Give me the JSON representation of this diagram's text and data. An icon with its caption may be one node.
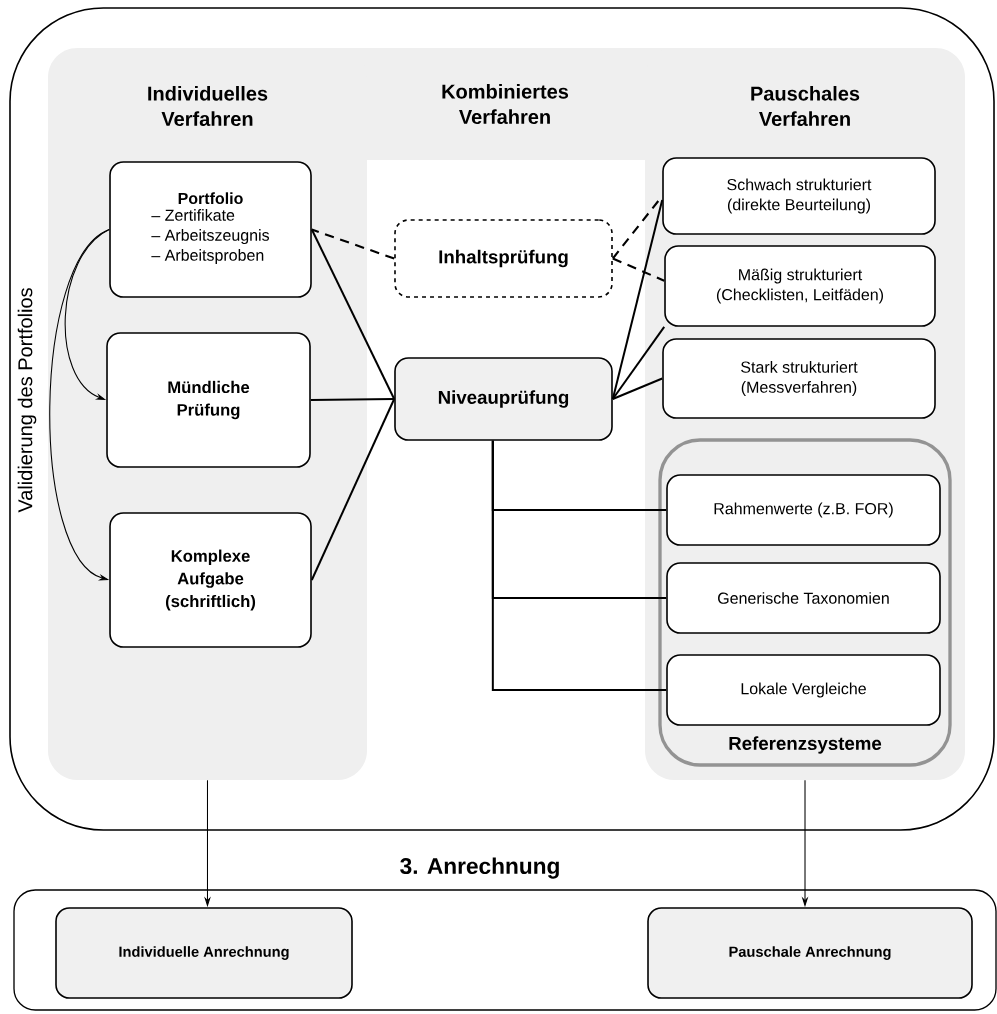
{
  "diagram": {
    "nodes": [
      {
        "text": [
          "Validierung des Portfolios"
        ]
      },
      {
        "text": [
          "Individuelles Verfahren"
        ],
        "in": 0
      },
      {
        "text": [
          "Portfolio",
          "– Zertifikate",
          "– Arbeitszeugnis",
          "– Arbeitsproben"
        ],
        "in": 1
      },
      {
        "text": [
          "Mündliche Prüfung"
        ],
        "in": 1
      },
      {
        "text": [
          "Komplexe Aufgabe (schriftlich)"
        ],
        "in": 1
      },
      {
        "text": [
          "Inhaltsprüfung"
        ],
        "in": 0
      },
      {
        "text": [
          "Niveauprüfung"
        ],
        "in": 0
      },
      {
        "text": [
          "Pauschales Verfahren"
        ],
        "in": 0
      },
      {
        "text": [
          "Schwach strukturiert (direkte Beurteilung)"
        ],
        "in": 7
      },
      {
        "text": [
          "Mäßig strukturiert (Checklisten, Leitfäden)"
        ],
        "in": 7
      },
      {
        "text": [
          "Stark strukturiert (Messverfahren)"
        ],
        "in": 7
      },
      {
        "text": [
          "Referenzsysteme"
        ],
        "in": 7
      },
      {
        "text": [
          "Rahmenwerte (z.B. FOR)"
        ],
        "in": 11
      },
      {
        "text": [
          "Generische Taxonomien"
        ],
        "in": 11
      },
      {
        "text": [
          "Lokale Vergleiche"
        ],
        "in": 11
      },
      {
        "text": [
          "3. Anrechnung"
        ]
      },
      {
        "text": [
          "Individuelle Anrechnung"
        ],
        "in": 15
      },
      {
        "text": [
          "Pauschale Anrechnung"
        ],
        "in": 15
      }
    ],
    "edges": [
      {
        "from": 2,
        "to": 3,
        "arrow": "to"
      },
      {
        "from": 2,
        "to": 4,
        "arrow": "to"
      },
      {
        "from": 5,
        "to": 2,
        "arrow": "none",
        "style": "dashed"
      },
      {
        "from": 5,
        "to": 8,
        "arrow": "none",
        "style": "dashed"
      },
      {
        "from": 5,
        "to": 9,
        "arrow": "none",
        "style": "dashed"
      },
      {
        "from": 6,
        "to": 2,
        "arrow": "none"
      },
      {
        "from": 6,
        "to": 3,
        "arrow": "none"
      },
      {
        "from": 6,
        "to": 4,
        "arrow": "none"
      },
      {
        "from": 6,
        "to": 8,
        "arrow": "none"
      },
      {
        "from": 6,
        "to": 9,
        "arrow": "none"
      },
      {
        "from": 6,
        "to": 10,
        "arrow": "none"
      },
      {
        "from": 6,
        "to": 12,
        "arrow": "none"
      },
      {
        "from": 6,
        "to": 13,
        "arrow": "none"
      },
      {
        "from": 6,
        "to": 14,
        "arrow": "none"
      },
      {
        "from": 1,
        "to": 16,
        "arrow": "to"
      },
      {
        "from": 7,
        "to": 17,
        "arrow": "to"
      }
    ],
    "labels": [
      "Kombiniertes Verfahren"
    ]
  }
}
